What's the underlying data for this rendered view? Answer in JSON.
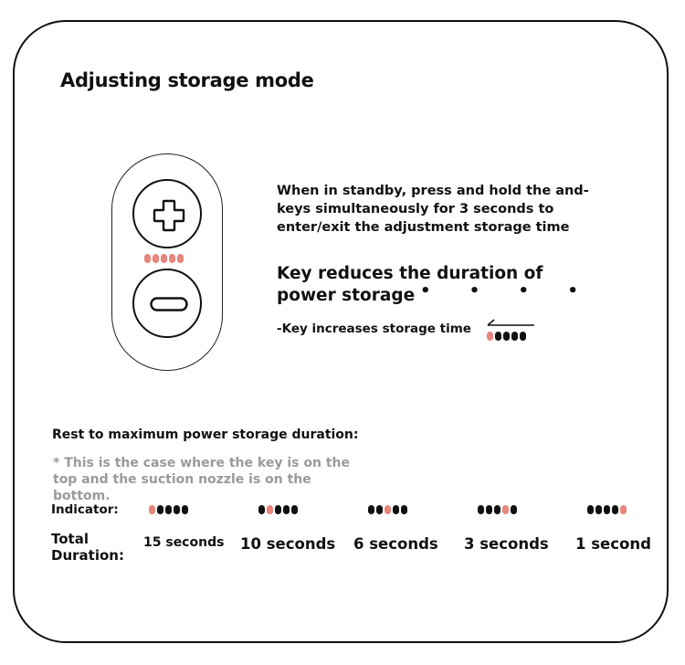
{
  "title": "Adjusting storage mode",
  "remote": {
    "plus_icon": "plus-icon",
    "minus_icon": "minus-icon",
    "indicator": [
      "pink",
      "pink",
      "pink",
      "pink",
      "pink"
    ]
  },
  "instructions": {
    "standby": "When in standby, press and hold the and- keys simultaneously for 3 seconds to enter/exit the adjustment storage time",
    "reduce": "Key reduces the duration of power storage",
    "reduce_dots": "• • • •",
    "increase": "-Key increases storage time",
    "increase_indicator": [
      "pink",
      "black",
      "black",
      "black",
      "black"
    ]
  },
  "rest_text": "Rest to maximum power storage duration:",
  "note_text": "* This is the case where the key is on the top and the suction nozzle is on the bottom.",
  "indicator_label": "Indicator:",
  "total_label": "Total Duration:",
  "levels": [
    {
      "duration": "15 seconds",
      "active_index": 0
    },
    {
      "duration": "10 seconds",
      "active_index": 1
    },
    {
      "duration": "6 seconds",
      "active_index": 2
    },
    {
      "duration": "3 seconds",
      "active_index": 3
    },
    {
      "duration": "1 second",
      "active_index": 4
    }
  ],
  "colors": {
    "active": "#e8857c",
    "inactive": "#111111",
    "note": "#9a9a9a"
  }
}
